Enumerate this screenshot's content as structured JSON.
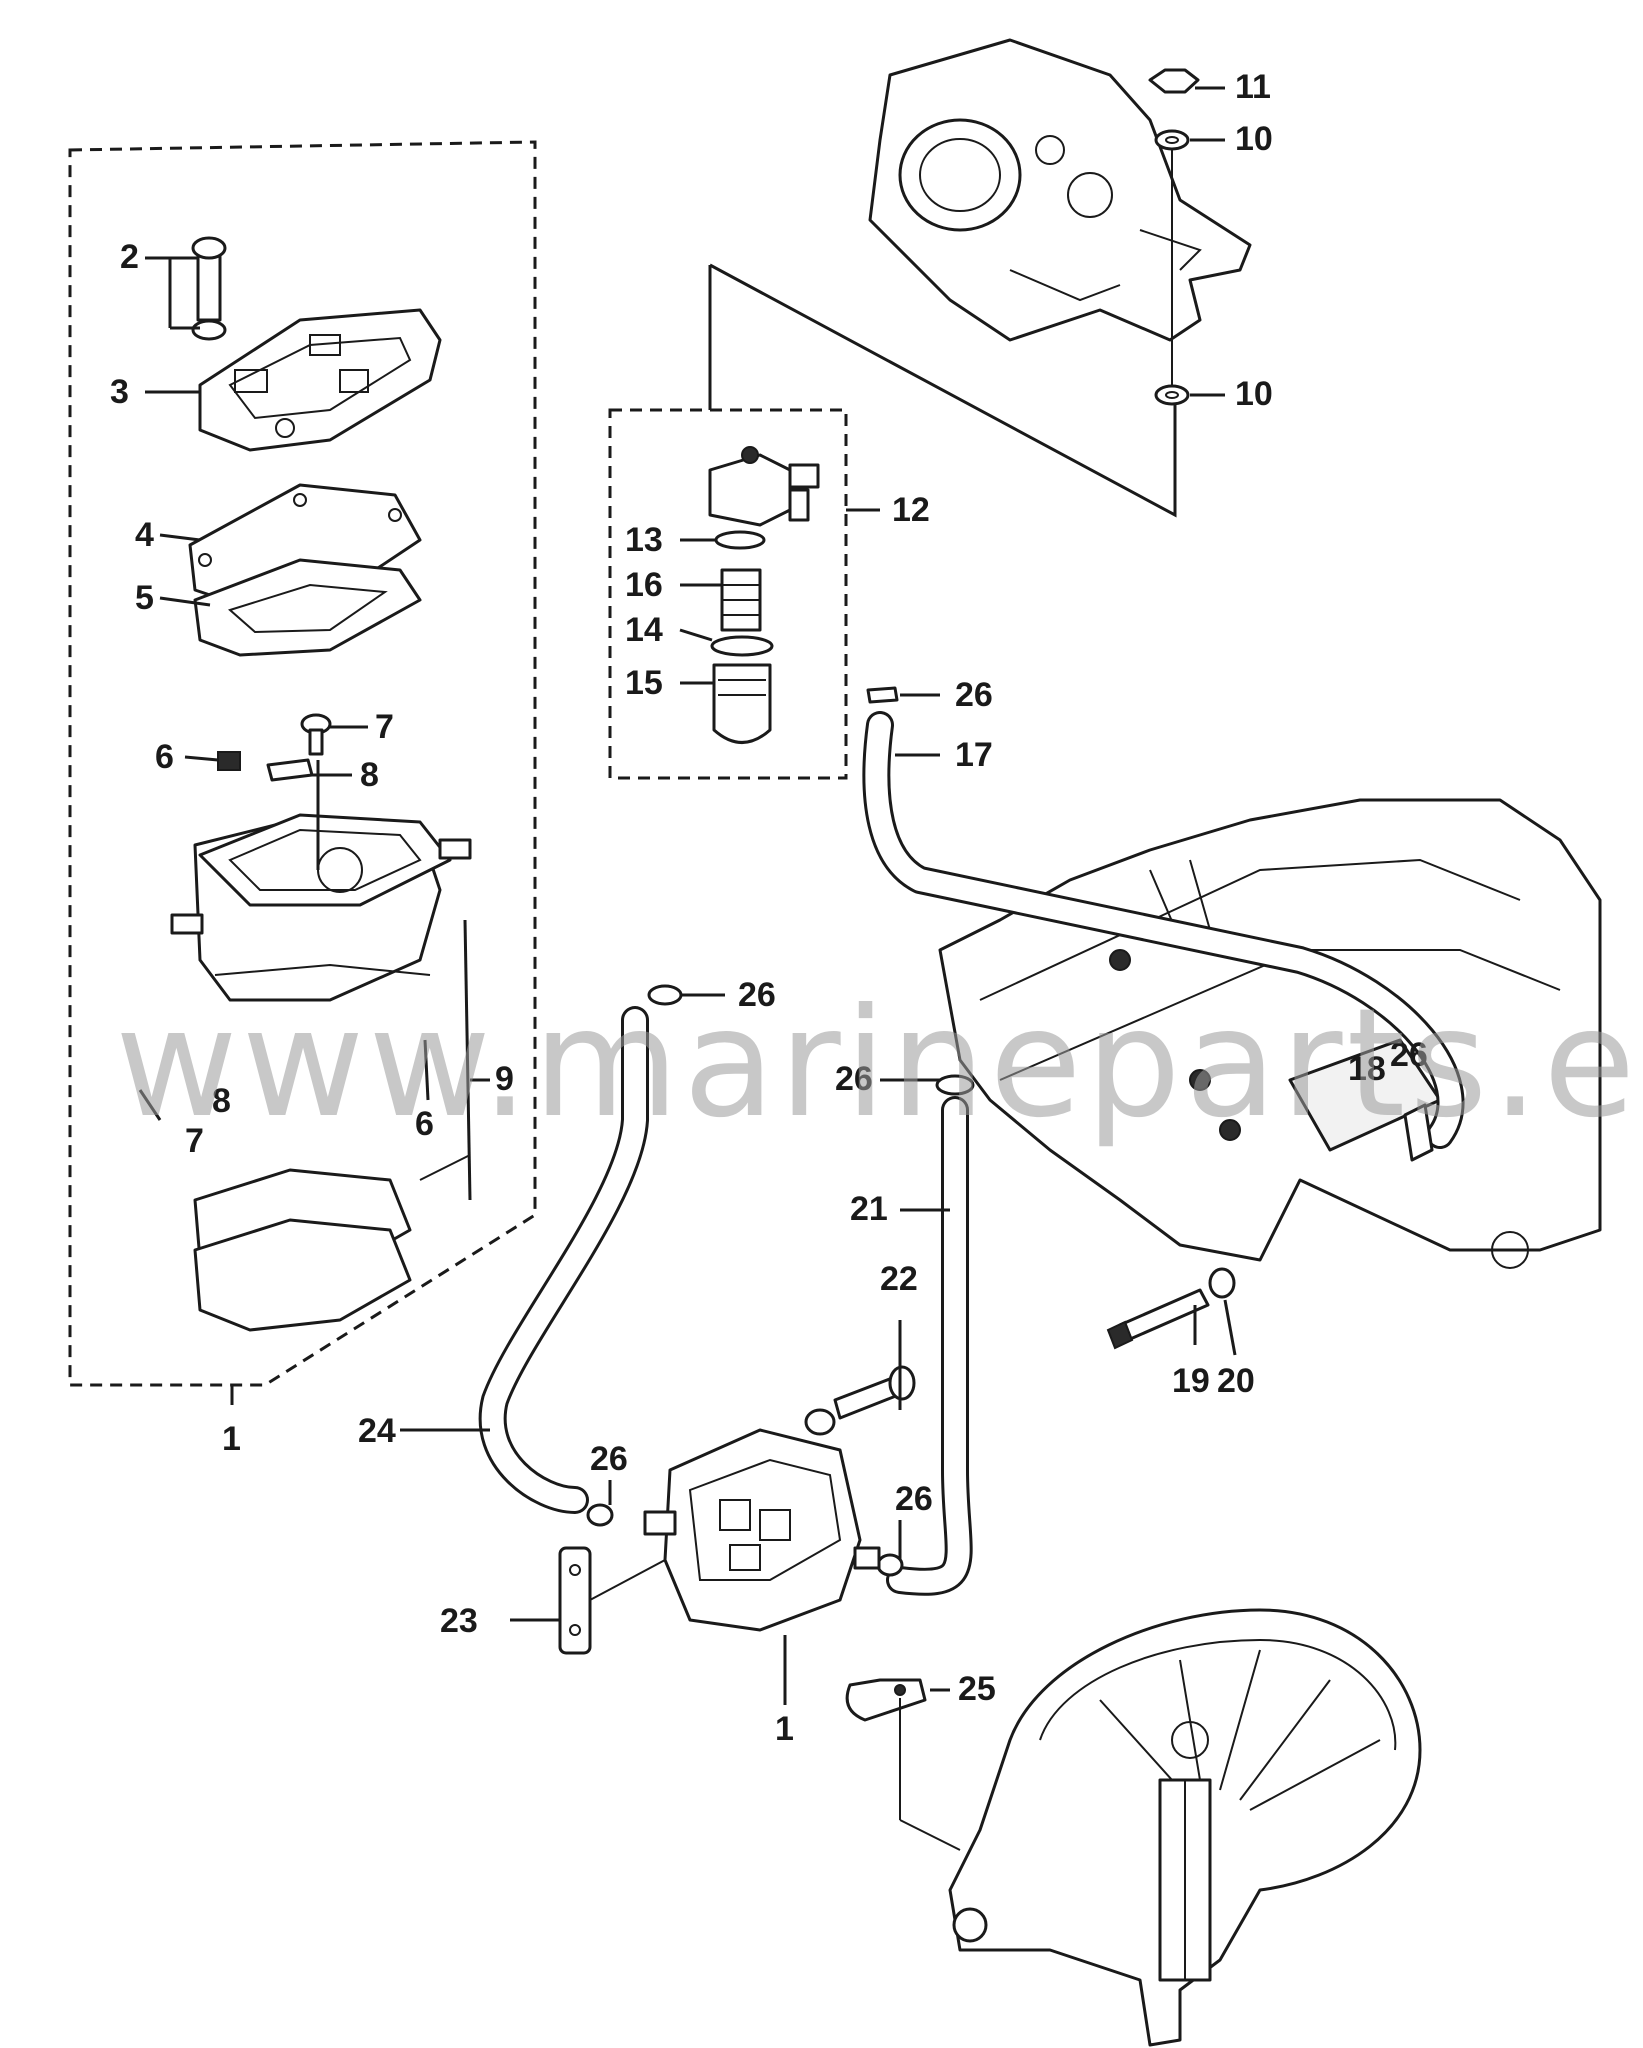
{
  "watermark": "www.marineparts.eu",
  "callouts": {
    "c1a": "1",
    "c1b": "1",
    "c2": "2",
    "c3": "3",
    "c4": "4",
    "c5": "5",
    "c6a": "6",
    "c6b": "6",
    "c7a": "7",
    "c7b": "7",
    "c8a": "8",
    "c8b": "8",
    "c9": "9",
    "c10a": "10",
    "c10b": "10",
    "c11": "11",
    "c12": "12",
    "c13": "13",
    "c14": "14",
    "c15": "15",
    "c16": "16",
    "c17": "17",
    "c18": "18",
    "c19": "19",
    "c20": "20",
    "c21": "21",
    "c22": "22",
    "c23": "23",
    "c24": "24",
    "c25": "25",
    "c26a": "26",
    "c26b": "26",
    "c26c": "26",
    "c26d": "26",
    "c26e": "26",
    "c26f": "26"
  }
}
